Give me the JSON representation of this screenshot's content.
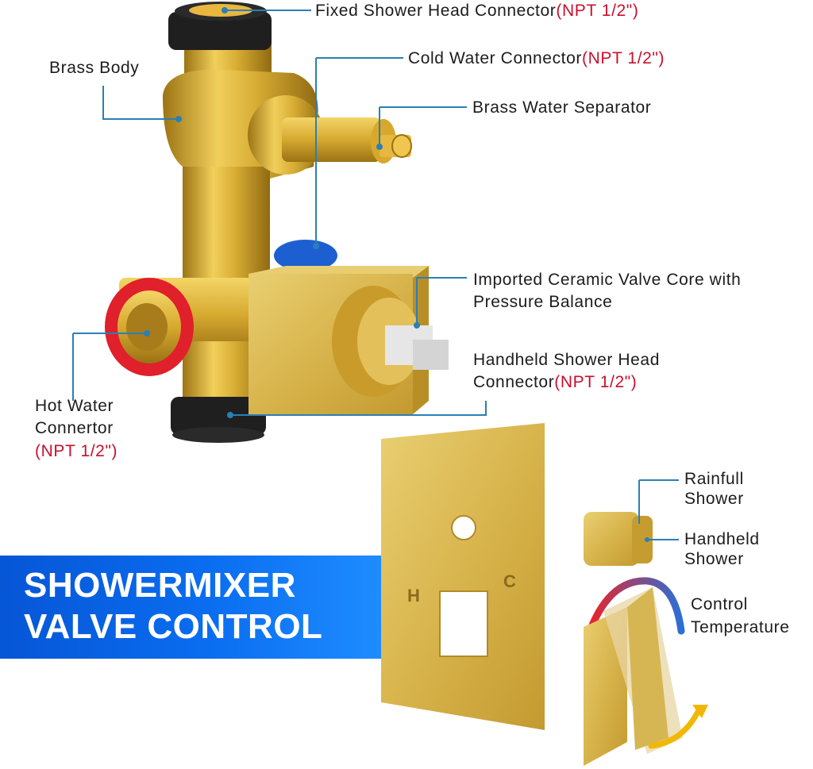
{
  "labels": {
    "fixed_head": {
      "text": "Fixed Shower Head Connector",
      "spec": "(NPT 1/2\")"
    },
    "cold_water": {
      "text": "Cold Water Connector",
      "spec": "(NPT 1/2\")"
    },
    "separator": {
      "text": "Brass Water Separator"
    },
    "brass_body": {
      "text": "Brass Body"
    },
    "valve_core": {
      "line1": "Imported Ceramic Valve Core with",
      "line2": "Pressure Balance"
    },
    "handheld_head": {
      "line1": "Handheld Shower Head",
      "line2": "Connector",
      "spec": "(NPT 1/2\")"
    },
    "hot_water": {
      "line1": "Hot Water",
      "line2": "Connertor",
      "spec": "(NPT 1/2\")"
    },
    "rainfull": {
      "line1": "Rainfull",
      "line2": "Shower"
    },
    "handheld": {
      "line1": "Handheld",
      "line2": "Shower"
    },
    "control": {
      "line1": "Control",
      "line2": "Temperature"
    }
  },
  "plate": {
    "hot_mark": "H",
    "cold_mark": "C"
  },
  "banner": {
    "line1": "SHOWERMIXER",
    "line2": "VALVE CONTROL"
  },
  "colors": {
    "brass": "#d9b13a",
    "callout_line": "#2a7fb8",
    "spec_red": "#c8102e",
    "banner_blue": "#0a6df0",
    "hot_ring": "#e0202a",
    "seal_black": "#1e1e1e",
    "cold_cap": "#1d5fd1"
  }
}
